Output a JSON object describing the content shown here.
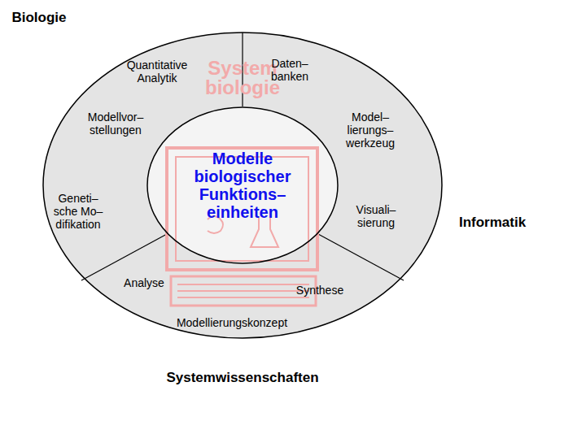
{
  "diagram": {
    "nodes": [
      {
        "text": [
          "Modelle biologischer Funktions– einheiten"
        ]
      }
    ],
    "labels": [
      "Biologie",
      "Quantitative Analytik",
      "System biologie",
      "Daten– banken",
      "Modellvor– stellungen",
      "Model– lierungs– werkzeug",
      "Geneti– sche Mo– difikation",
      "Visuali– sierung",
      "Informatik",
      "Analyse",
      "Synthese",
      "Modellierungskonzept",
      "Systemwissenschaften"
    ]
  }
}
